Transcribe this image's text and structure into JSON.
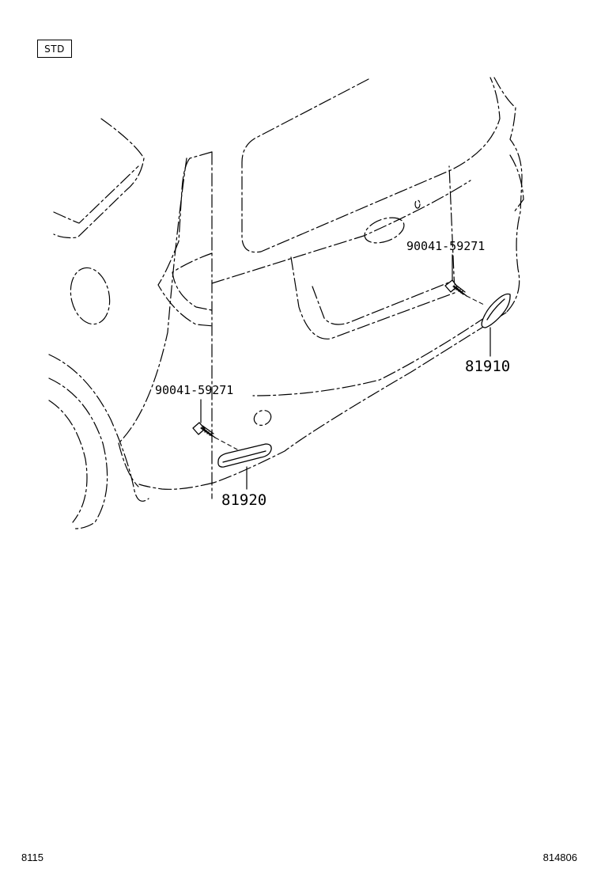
{
  "badge": "STD",
  "callouts": [
    {
      "id": "bolt_right",
      "text": "90041-59271"
    },
    {
      "id": "lamp_right",
      "text": "81910"
    },
    {
      "id": "bolt_left",
      "text": "90041-59271"
    },
    {
      "id": "lamp_left",
      "text": "81920"
    }
  ],
  "footer": {
    "left": "8115",
    "right": "814806"
  }
}
